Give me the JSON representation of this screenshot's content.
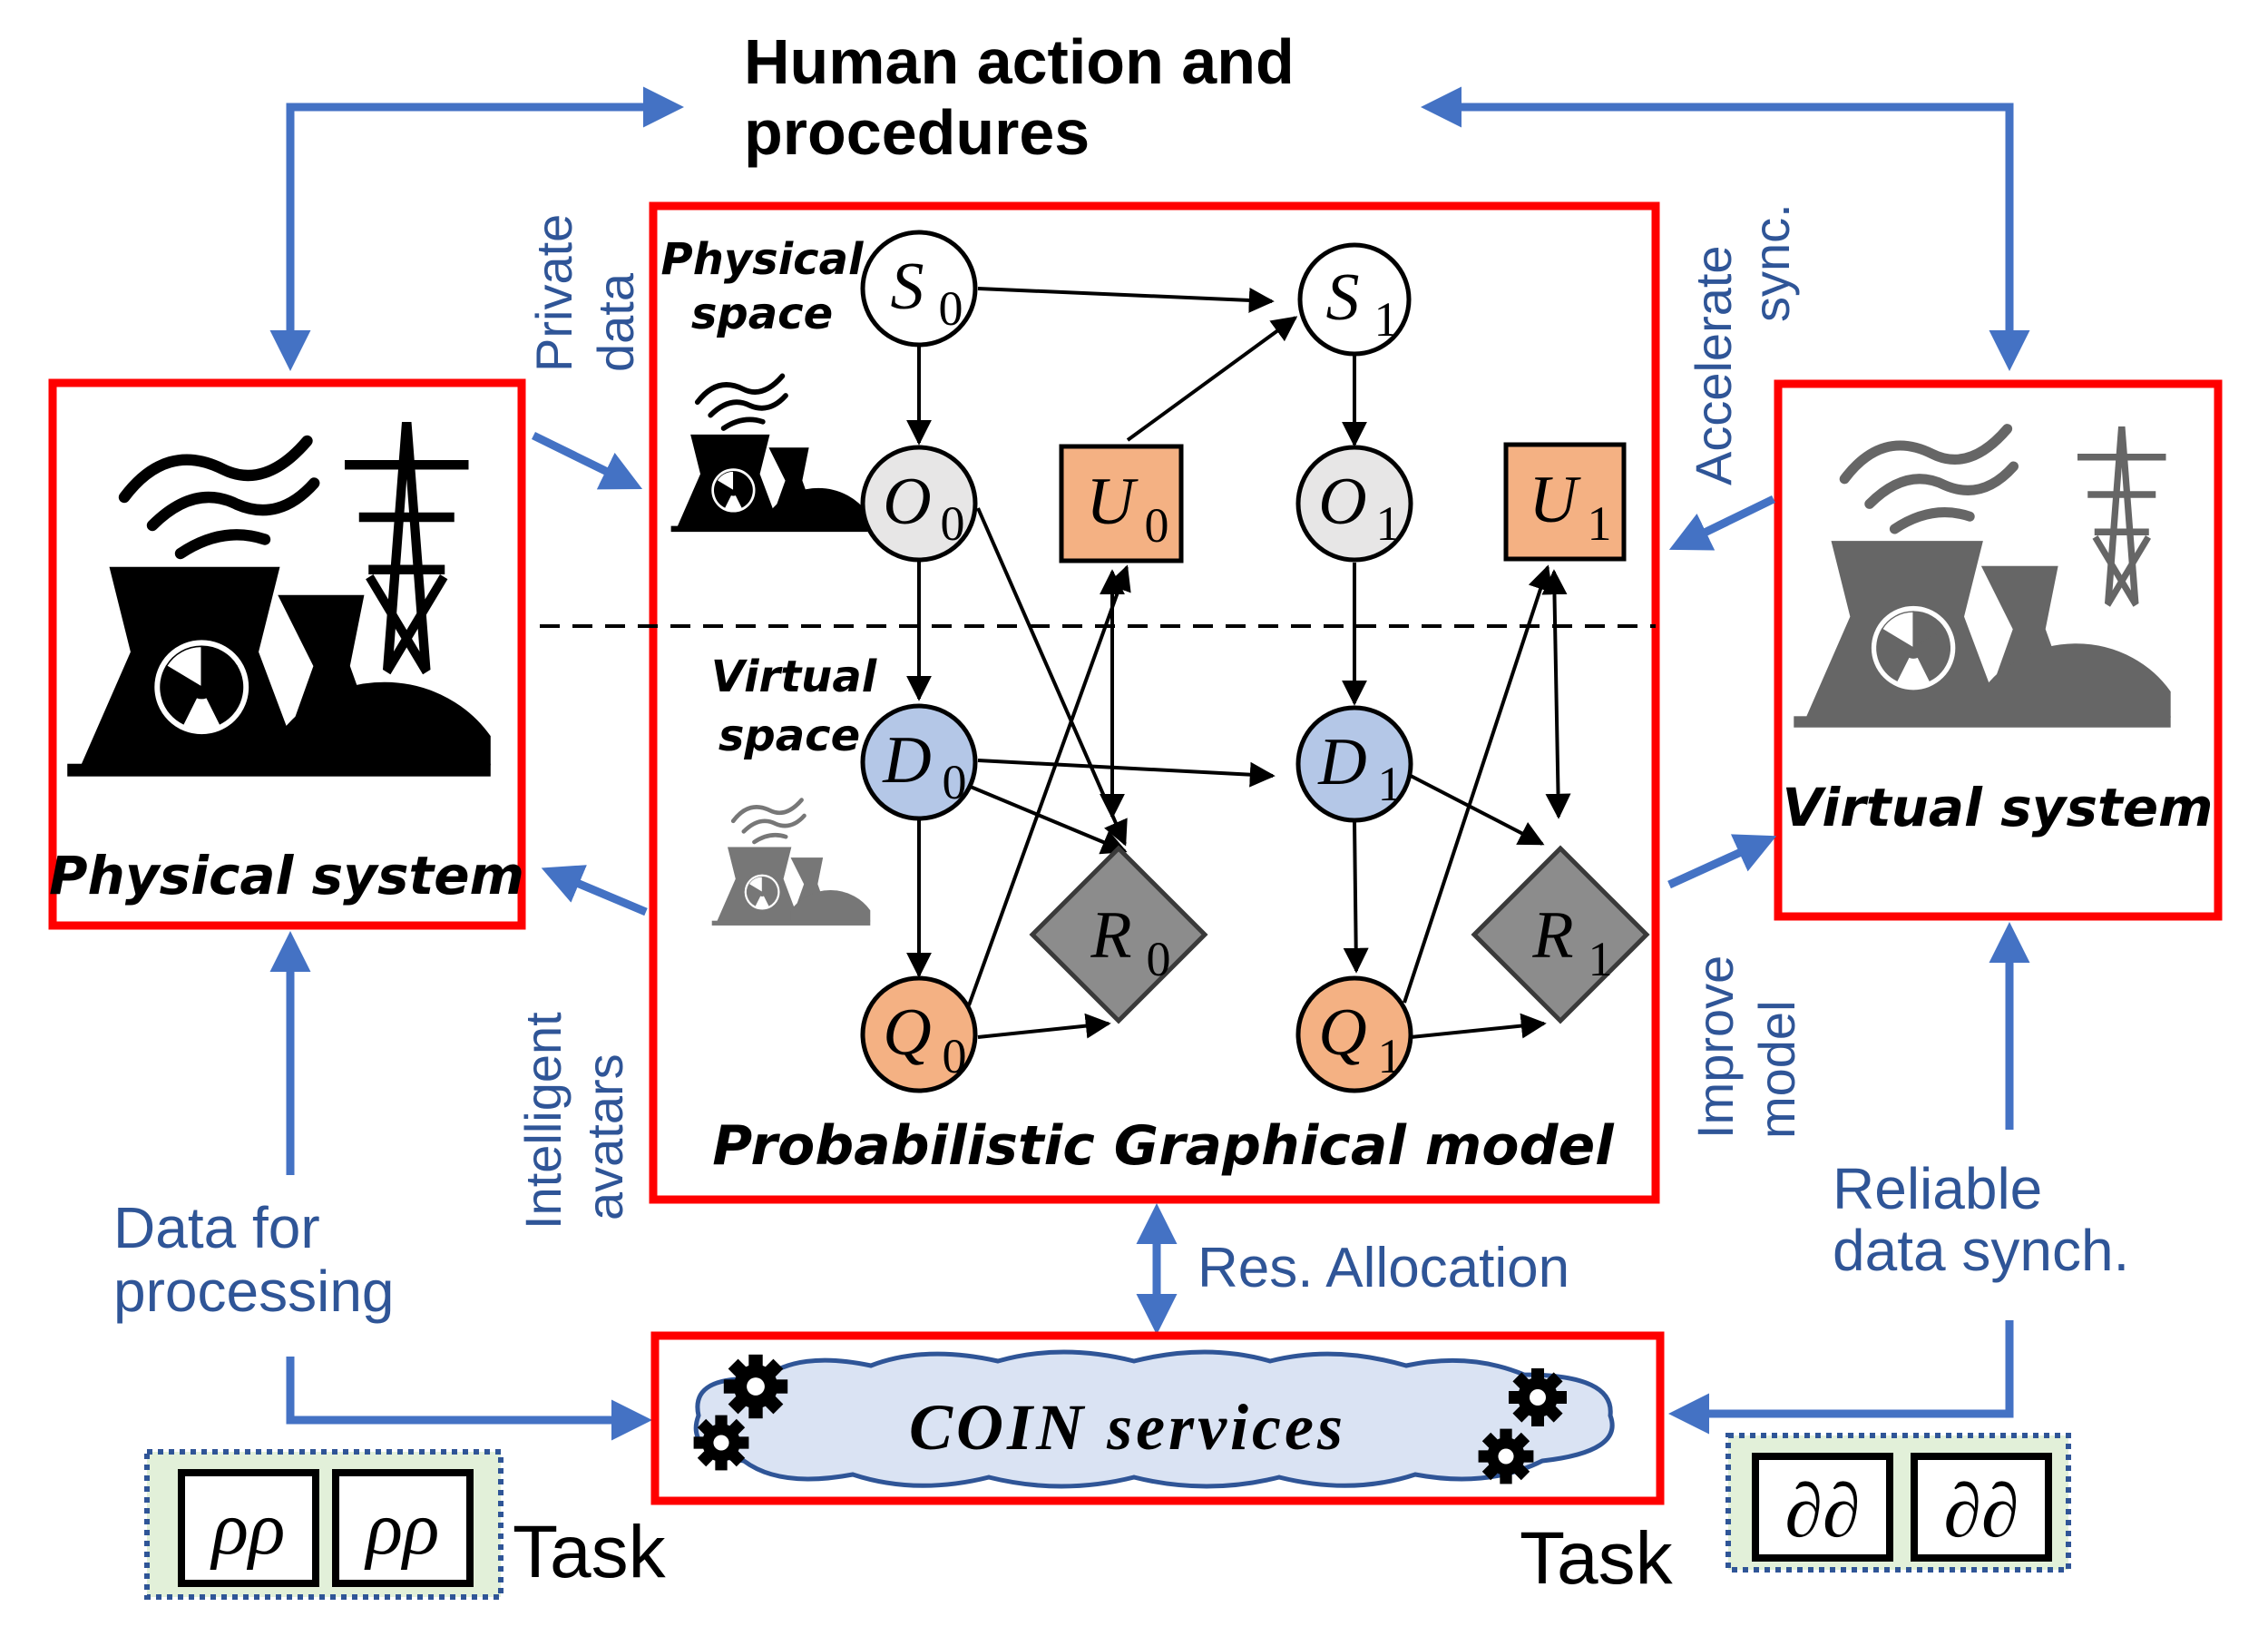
{
  "title": {
    "line1": "Human action and",
    "line2": "procedures"
  },
  "systems": {
    "physical": "Physical system",
    "virtual": "Virtual system"
  },
  "pgm": {
    "title": "Probabilistic Graphical model",
    "physical_space": {
      "line1": "Physical",
      "line2": "space"
    },
    "virtual_space": {
      "line1": "Virtual",
      "line2": "space"
    },
    "nodes": {
      "S0": "S",
      "S0_sub": "0",
      "S1": "S",
      "S1_sub": "1",
      "O0": "O",
      "O0_sub": "0",
      "O1": "O",
      "O1_sub": "1",
      "U0": "U",
      "U0_sub": "0",
      "U1": "U",
      "U1_sub": "1",
      "D0": "D",
      "D0_sub": "0",
      "D1": "D",
      "D1_sub": "1",
      "R0": "R",
      "R0_sub": "0",
      "R1": "R",
      "R1_sub": "1",
      "Q0": "Q",
      "Q0_sub": "0",
      "Q1": "Q",
      "Q1_sub": "1"
    }
  },
  "edge_labels": {
    "private_data": {
      "line1": "Private",
      "line2": "data"
    },
    "accelerate_sync": {
      "line1": "Accelerate",
      "line2": "sync."
    },
    "intelligent_avatars": {
      "line1": "Intelligent",
      "line2": "avatars"
    },
    "improve_model": {
      "line1": "Improve",
      "line2": "model"
    },
    "res_allocation": "Res. Allocation",
    "data_for_processing": {
      "line1": "Data for",
      "line2": "processing"
    },
    "reliable_sync": {
      "line1": "Reliable",
      "line2": "data synch."
    }
  },
  "coin": {
    "label": "COIN services"
  },
  "tasks": {
    "left": {
      "symbol": "ρρ",
      "label": "Task"
    },
    "right": {
      "symbol": "∂∂",
      "label": "Task"
    }
  },
  "colors": {
    "frame_red": "#ff0000",
    "arrow_blue": "#4472c4",
    "label_blue": "#2f5597",
    "node_orange": "#f4b183",
    "node_blue": "#b4c7e7",
    "node_grey": "#e7e6e6",
    "node_dark": "#8c8c8c",
    "cloud_fill": "#dae3f3",
    "task_fill": "#e2f0d9"
  }
}
